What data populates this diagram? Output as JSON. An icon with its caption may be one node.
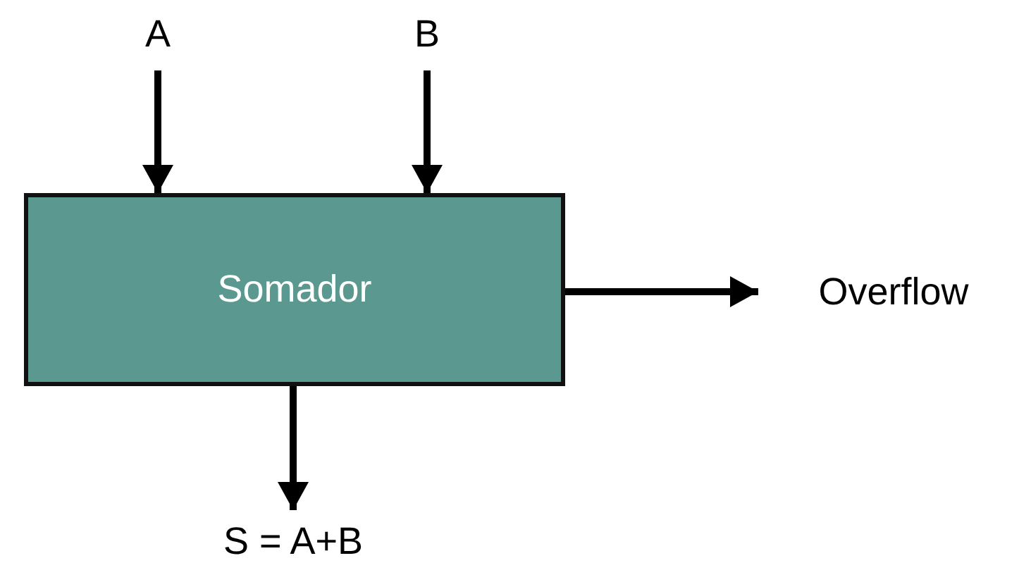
{
  "diagram": {
    "nodes": [
      {
        "text": [
          "A"
        ]
      },
      {
        "text": [
          "B"
        ]
      },
      {
        "text": [
          "Somador"
        ]
      },
      {
        "text": [
          "Overflow"
        ]
      },
      {
        "text": [
          "S = A+B"
        ]
      }
    ],
    "edges": [
      {
        "from": 0,
        "to": 2,
        "arrow": "to"
      },
      {
        "from": 1,
        "to": 2,
        "arrow": "to"
      },
      {
        "from": 2,
        "to": 3,
        "arrow": "to"
      },
      {
        "from": 2,
        "to": 4,
        "arrow": "to"
      }
    ]
  }
}
